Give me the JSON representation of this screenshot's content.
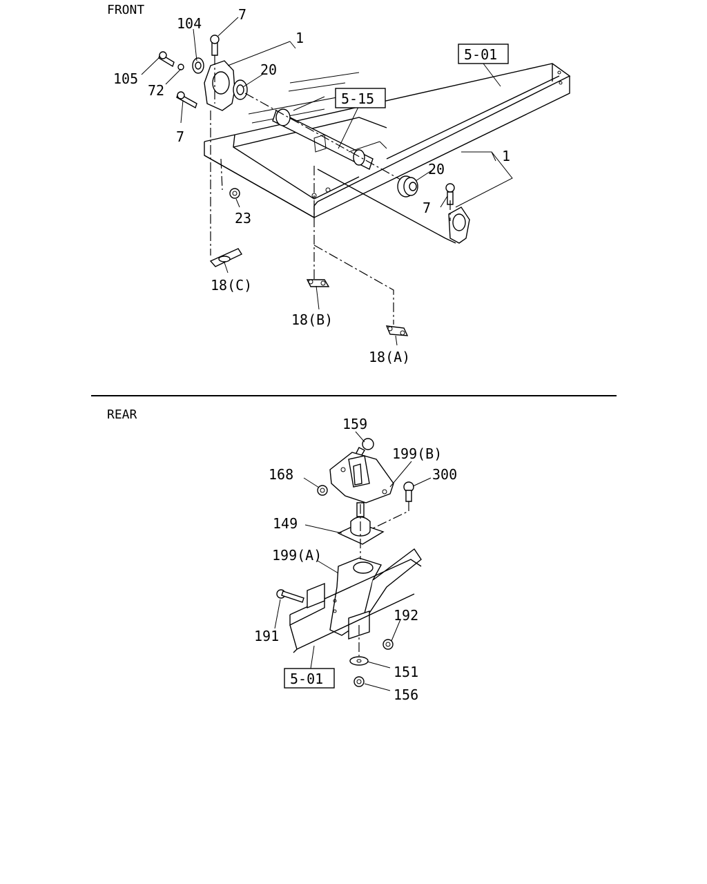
{
  "sections": {
    "front": "FRONT",
    "rear": "REAR"
  },
  "front_labels": {
    "p104": "104",
    "p7_top": "7",
    "p1_top": "1",
    "p105": "105",
    "p72": "72",
    "p20_top": "20",
    "p7_left": "7",
    "p23": "23",
    "p18c": "18(C)",
    "p18b": "18(B)",
    "p18a": "18(A)",
    "p20_right": "20",
    "p1_right": "1",
    "p7_right": "7"
  },
  "front_refs": {
    "r501": "5-01",
    "r515": "5-15"
  },
  "rear_labels": {
    "p159": "159",
    "p199b": "199(B)",
    "p168": "168",
    "p300": "300",
    "p149": "149",
    "p199a": "199(A)",
    "p192": "192",
    "p191": "191",
    "p151": "151",
    "p156": "156"
  },
  "rear_refs": {
    "r501": "5-01"
  }
}
